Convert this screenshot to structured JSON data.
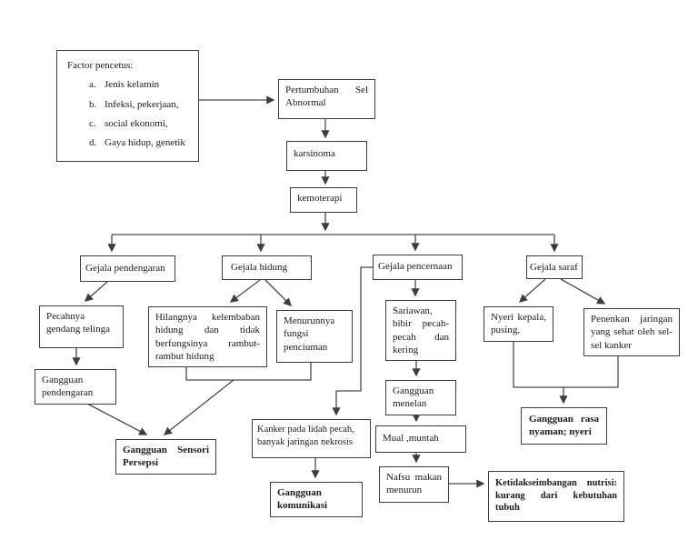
{
  "diagram": {
    "factor": {
      "title": "Factor pencetus:",
      "items": [
        {
          "marker": "a.",
          "text": "Jenis kelamin"
        },
        {
          "marker": "b.",
          "text": "Infeksi, pekerjaan,"
        },
        {
          "marker": "c.",
          "text": "social ekonomi,"
        },
        {
          "marker": "d.",
          "text": "Gaya hidup, genetik"
        }
      ]
    },
    "nodes": {
      "pertumbuhan": "Pertumbuhan Sel Abnormal",
      "karsinoma": "karsinoma",
      "kemoterapi": "kemoterapi",
      "gejala_pendengaran": "Gejala pendengaran",
      "gejala_hidung": "Gejala hidung",
      "gejala_pencernaan": "Gejala pencernaan",
      "gejala_saraf": "Gejala saraf",
      "pecahnya": "Pecahnya gendang telinga",
      "gangguan_pendengaran": "Gangguan pendengaran",
      "gangguan_sensori": "Gangguan Sensori Persepsi",
      "hilangnya": "Hilangnya kelembaban hidung dan tidak berfungsinya rambut-rambut hidung",
      "menurunnya": "Menurunnya fungsi penciuman",
      "kanker_lidah": "Kanker pada lidah pecah, banyak jaringan nekrosis",
      "gangguan_komunikasi": "Gangguan komunikasi",
      "sariawan": "Sariawan, bibir pecah-pecah dan kering",
      "gangguan_menelan": "Gangguan menelan",
      "mual": "Mual ,muntah",
      "nafsu": "Nafsu makan menurun",
      "ketidakseimbangan": "Ketidakseimbangan nutrisi: kurang dari kebutuhan tubuh",
      "nyeri_kepala": "Nyeri kepala, pusing,",
      "penenkan": "Penenkan jaringan yang sehat oleh sel-sel kanker",
      "gangguan_rasa": "Gangguan rasa nyaman; nyeri"
    },
    "line_color": "#3d3d3d"
  }
}
